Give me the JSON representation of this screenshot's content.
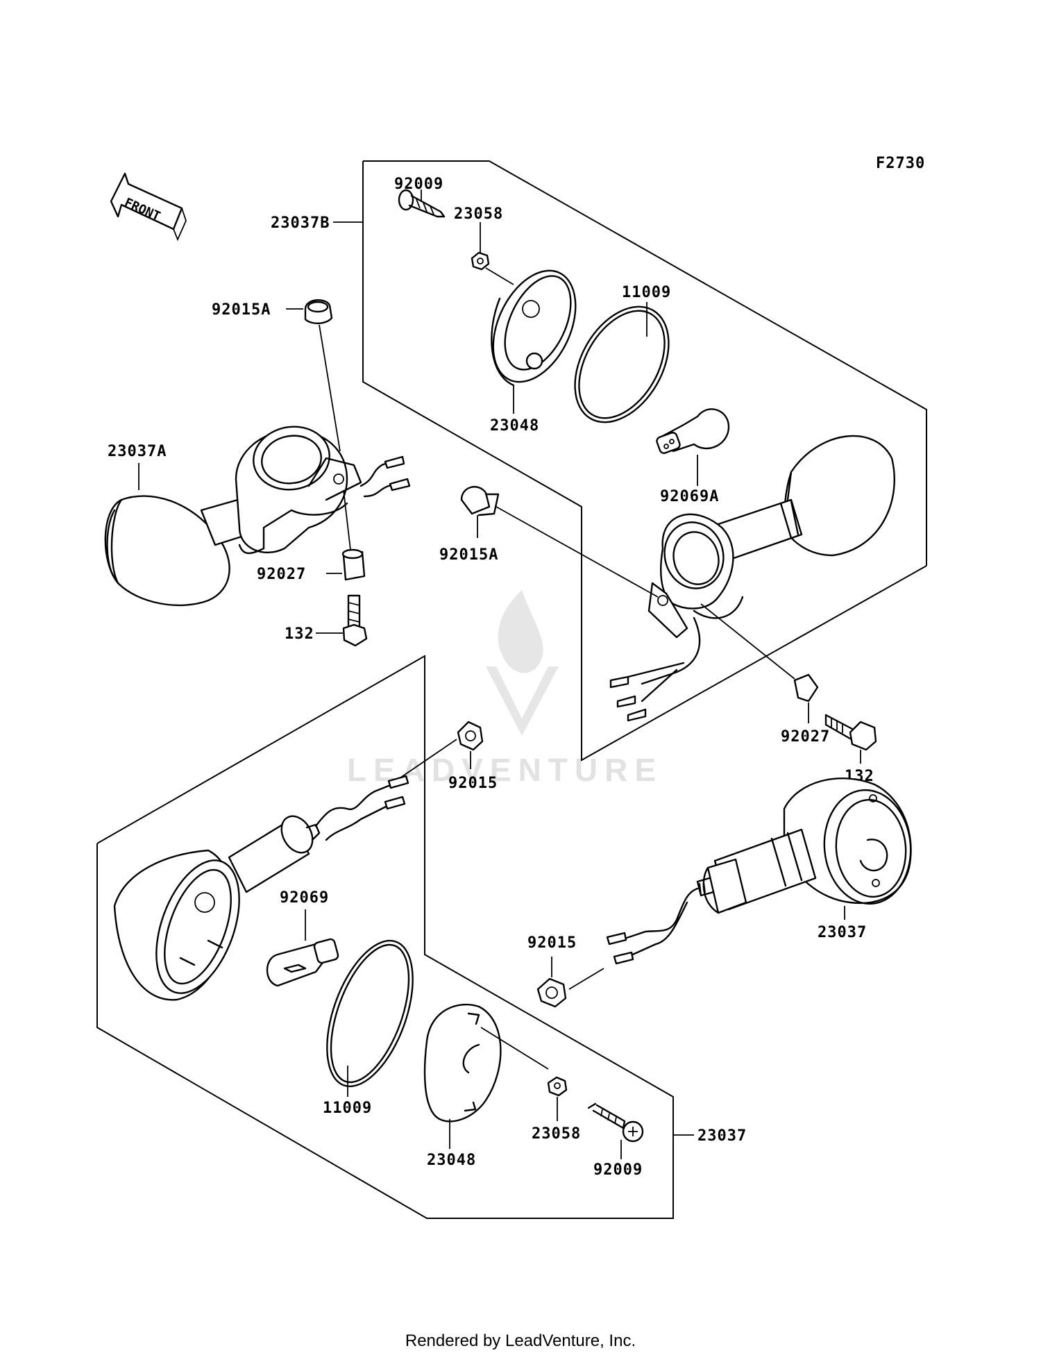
{
  "figure_code": "F2730",
  "front_label": "FRONT",
  "footer_text": "Rendered by LeadVenture, Inc.",
  "watermark_text": "LEADVENTURE",
  "callouts": {
    "a_92009": "92009",
    "a_23058": "23058",
    "a_23037B": "23037B",
    "a_11009": "11009",
    "a_92015A_top": "92015A",
    "a_23048": "23048",
    "a_23037A": "23037A",
    "a_92069A": "92069A",
    "a_92015A_mid": "92015A",
    "a_92027_left": "92027",
    "a_132_left": "132",
    "a_92027_right": "92027",
    "a_132_right": "132",
    "b_92015_top": "92015",
    "b_92069": "92069",
    "b_92015_right": "92015",
    "b_23037_right": "23037",
    "b_11009": "11009",
    "b_23058": "23058",
    "b_23048": "23048",
    "b_92009": "92009",
    "b_23037_box": "23037"
  }
}
